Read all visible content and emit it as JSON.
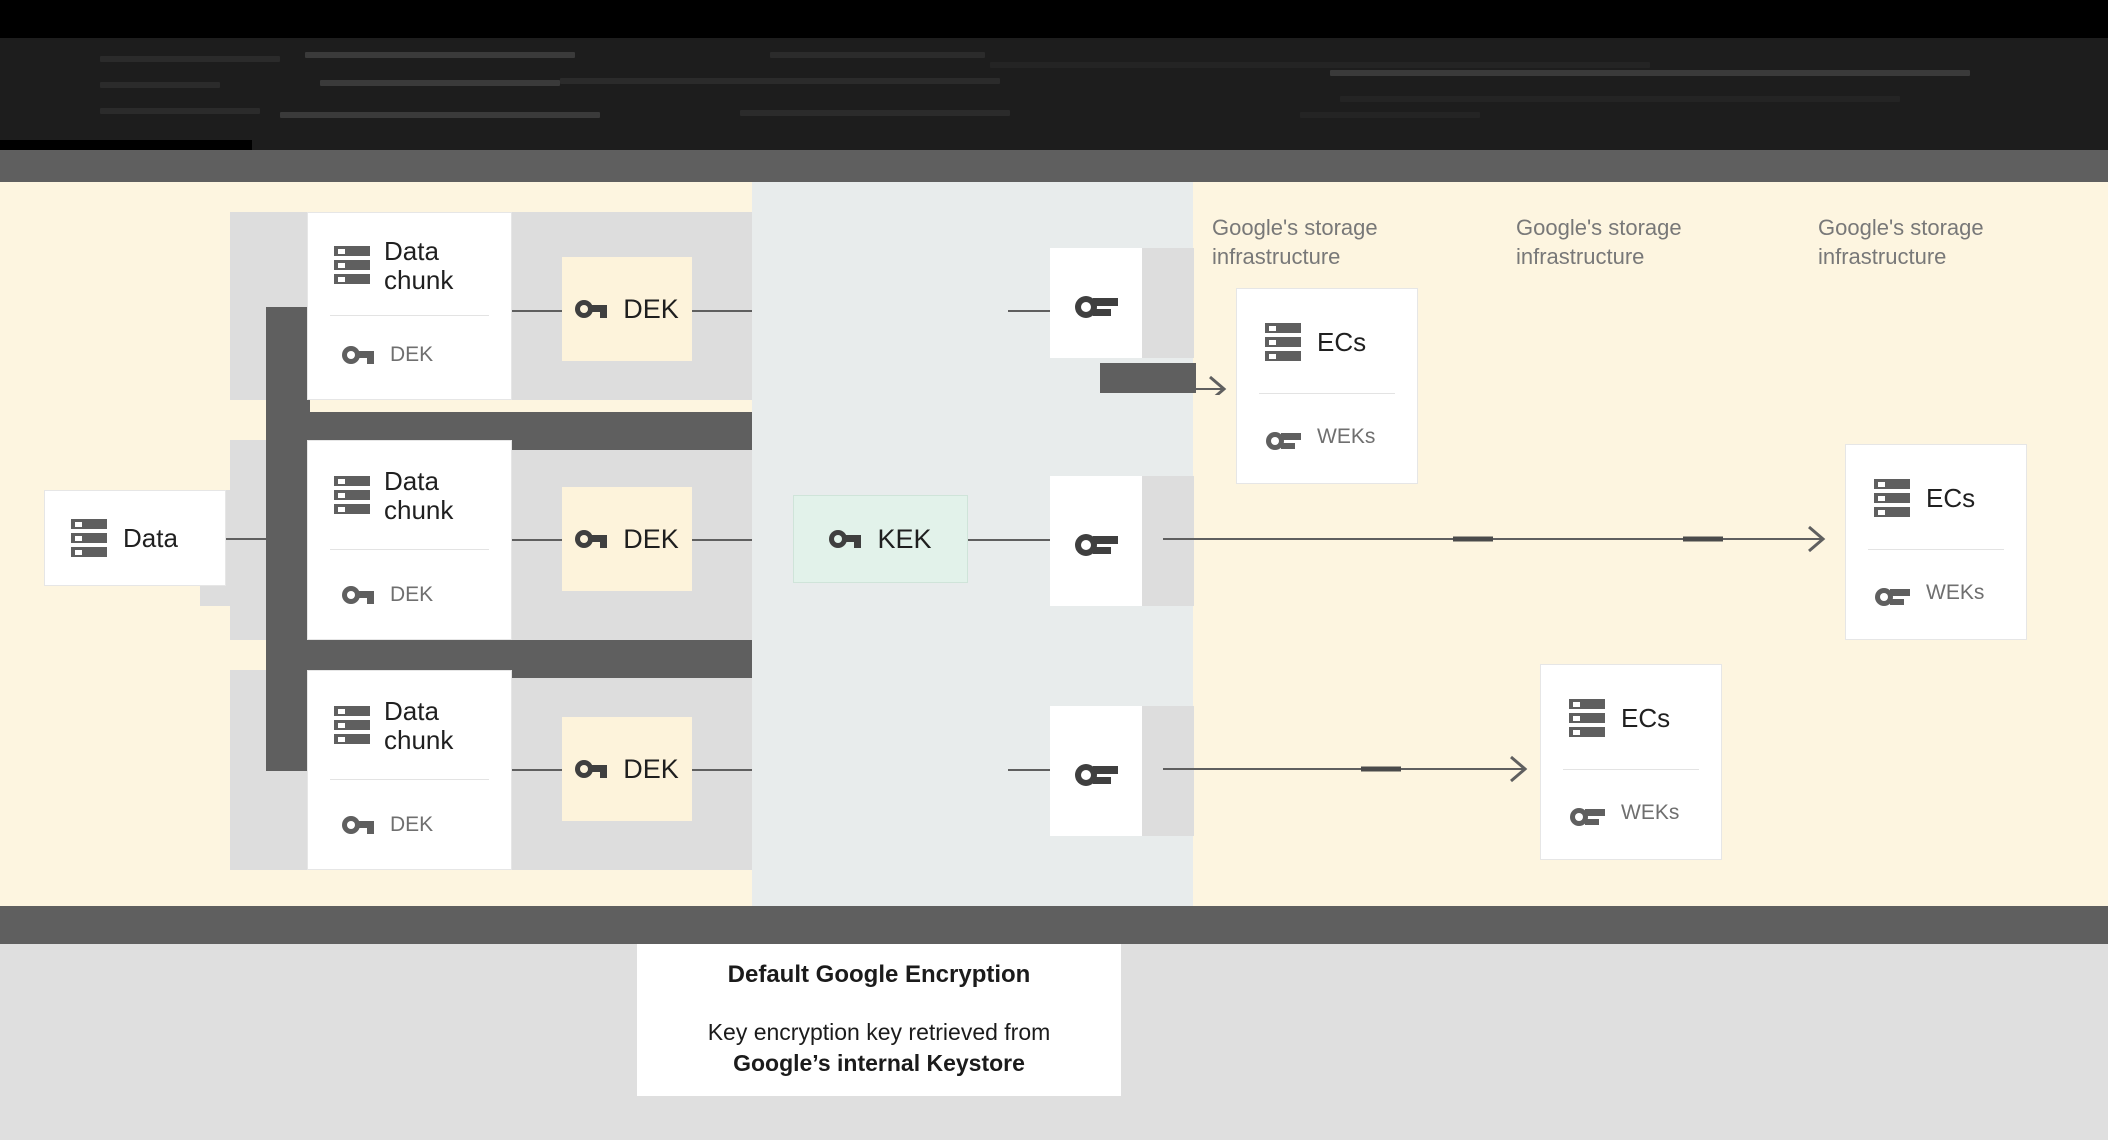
{
  "header": {
    "obscured": true,
    "note": "redacted dark banner - text not legible"
  },
  "diagram": {
    "source": {
      "label": "Data",
      "icon": "server-icon"
    },
    "chunks": [
      {
        "title": "Data\nchunk",
        "key_label": "DEK",
        "icon": "server-icon",
        "key_icon": "key-icon"
      },
      {
        "title": "Data\nchunk",
        "key_label": "DEK",
        "icon": "server-icon",
        "key_icon": "key-icon"
      },
      {
        "title": "Data\nchunk",
        "key_label": "DEK",
        "icon": "server-icon",
        "key_icon": "key-icon"
      }
    ],
    "deks": [
      {
        "label": "DEK",
        "icon": "key-icon"
      },
      {
        "label": "DEK",
        "icon": "key-icon"
      },
      {
        "label": "DEK",
        "icon": "key-icon"
      }
    ],
    "kek": {
      "label": "KEK",
      "icon": "key-icon"
    },
    "wrapped_keys": [
      {
        "label": "",
        "icon": "key-icon"
      },
      {
        "label": "",
        "icon": "key-icon"
      },
      {
        "label": "",
        "icon": "key-icon"
      }
    ],
    "storage_labels": [
      "Google's storage\ninfrastructure",
      "Google's storage\ninfrastructure",
      "Google's storage\ninfrastructure"
    ],
    "ecs_cards": [
      {
        "title": "ECs",
        "key_label": "WEKs",
        "icon": "server-icon",
        "key_icon": "key-icon"
      },
      {
        "title": "ECs",
        "key_label": "WEKs",
        "icon": "server-icon",
        "key_icon": "key-icon"
      },
      {
        "title": "ECs",
        "key_label": "WEKs",
        "icon": "server-icon",
        "key_icon": "key-icon"
      }
    ]
  },
  "caption": {
    "title": "Default Google Encryption",
    "line1": "Key encryption key retrieved from",
    "line2": "Google’s internal Keystore"
  },
  "colors": {
    "canvas_cream": "#fdf5e0",
    "column_bluegrey": "#e8ecec",
    "band_dark": "#5f5f5f",
    "row_grey": "#dddddd",
    "dek_fill": "#fdf3db",
    "kek_fill": "#e2f2ea",
    "bottom_grey": "#dfdfdf",
    "icon_grey": "#5f5f5f",
    "label_grey": "#787878"
  }
}
